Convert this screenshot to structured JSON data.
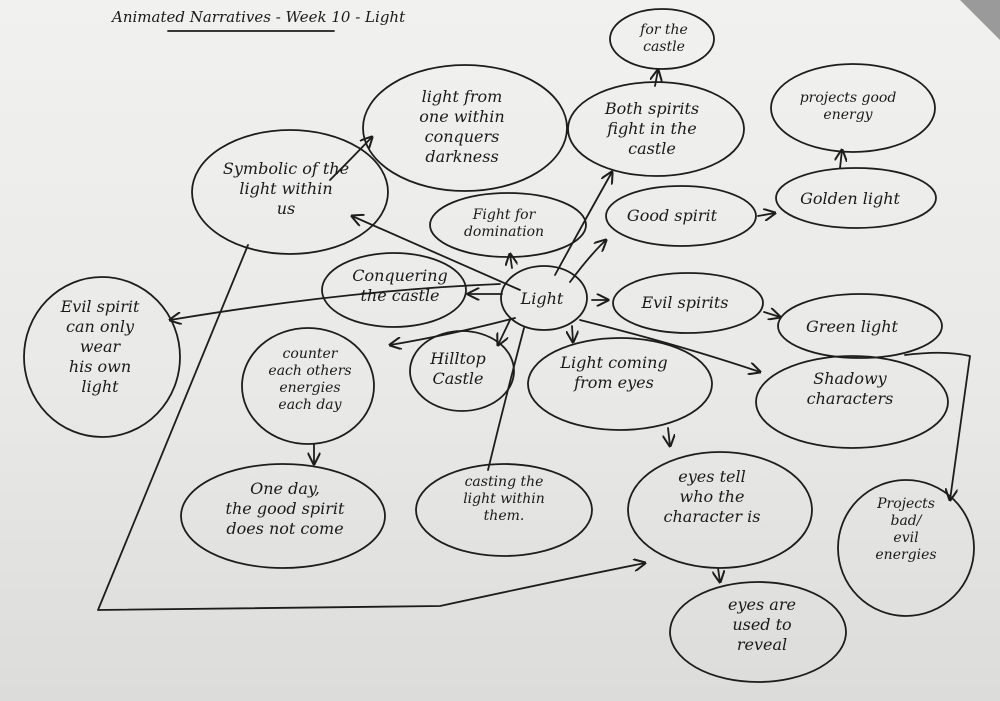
{
  "title": "Animated Narratives - Week 10 - Light",
  "nodes": {
    "light": [
      "Light"
    ],
    "symbolic": [
      "Symbolic of the",
      "light within",
      "us"
    ],
    "light_from_within": [
      "light from",
      "one within",
      "conquers",
      "darkness"
    ],
    "for_the_castle": [
      "for the",
      "castle"
    ],
    "both_spirits": [
      "Both spirits",
      "fight in the",
      "castle"
    ],
    "projects_good": [
      "projects good",
      "energy"
    ],
    "golden_light": [
      "Golden light"
    ],
    "good_spirit": [
      "Good spirit"
    ],
    "fight_domination": [
      "Fight for",
      "domination"
    ],
    "conquering_castle": [
      "Conquering",
      "the castle"
    ],
    "evil_spirits": [
      "Evil spirits"
    ],
    "green_light": [
      "Green light"
    ],
    "evil_spirit_wear": [
      "Evil spirit",
      "can only",
      "wear",
      "his own",
      "light"
    ],
    "counter_energies": [
      "counter",
      "each others",
      "energies",
      "each day"
    ],
    "hilltop_castle": [
      "Hilltop",
      "Castle"
    ],
    "light_from_eyes": [
      "Light coming",
      "from eyes"
    ],
    "shadowy": [
      "Shadowy",
      "characters"
    ],
    "one_day": [
      "One day,",
      "the good spirit",
      "does not come"
    ],
    "casting_light": [
      "casting the",
      "light within",
      "them."
    ],
    "eyes_tell": [
      "eyes tell",
      "who the",
      "character is"
    ],
    "projects_bad": [
      "Projects",
      "bad/",
      "evil",
      "energies"
    ],
    "eyes_reveal": [
      "eyes are",
      "used to",
      "reveal"
    ]
  }
}
